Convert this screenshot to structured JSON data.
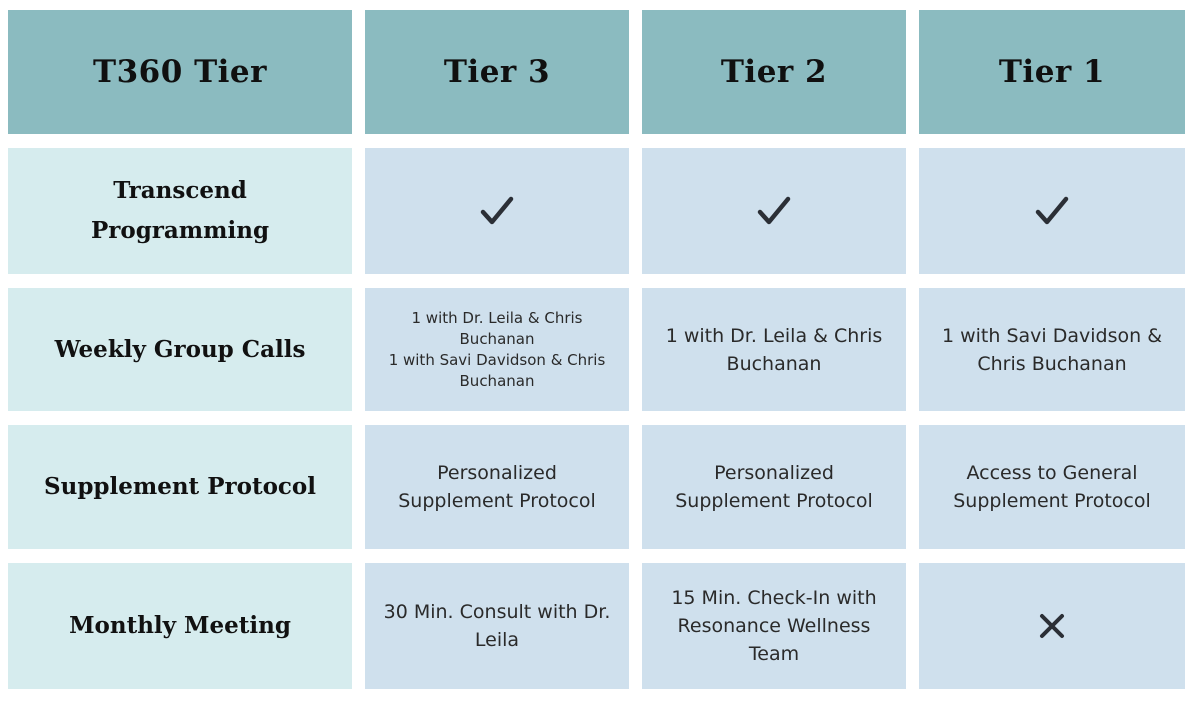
{
  "header": {
    "col0": "T360 Tier",
    "col1": "Tier 3",
    "col2": "Tier 2",
    "col3": "Tier 1"
  },
  "rows": [
    {
      "label": "Transcend Programming",
      "tier3": "check",
      "tier2": "check",
      "tier1": "check"
    },
    {
      "label": "Weekly Group Calls",
      "tier3": [
        "1 with Dr. Leila & Chris Buchanan",
        "1 with Savi Davidson & Chris Buchanan"
      ],
      "tier2": "1 with Dr. Leila & Chris Buchanan",
      "tier1": "1 with Savi Davidson & Chris Buchanan"
    },
    {
      "label": "Supplement Protocol",
      "tier3": "Personalized Supplement Protocol",
      "tier2": "Personalized Supplement Protocol",
      "tier1": "Access to General Supplement Protocol"
    },
    {
      "label": "Monthly Meeting",
      "tier3": "30 Min. Consult with Dr. Leila",
      "tier2": "15 Min. Check-In with Resonance Wellness Team",
      "tier1": "cross"
    }
  ],
  "icons": {
    "check": "check-icon",
    "cross": "x-icon"
  },
  "colors": {
    "header_bg": "#8bbbc0",
    "label_bg": "#d6ecee",
    "value_bg": "#cfe0ed",
    "icon": "#2b2f36"
  }
}
